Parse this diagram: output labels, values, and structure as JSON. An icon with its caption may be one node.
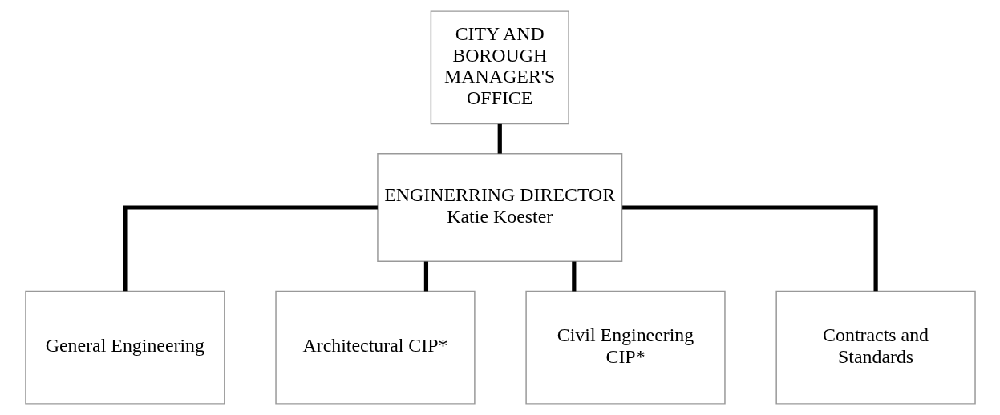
{
  "diagram": {
    "nodes": [
      {
        "text": [
          "CITY AND BOROUGH MANAGER'S OFFICE"
        ]
      },
      {
        "text": [
          "ENGINERRING DIRECTOR",
          "Katie Koester"
        ]
      },
      {
        "text": [
          "General Engineering"
        ]
      },
      {
        "text": [
          "Architectural CIP*"
        ]
      },
      {
        "text": [
          "Civil Engineering CIP*"
        ]
      },
      {
        "text": [
          "Contracts and Standards"
        ]
      }
    ],
    "edges": [
      {
        "from": 0,
        "to": 1,
        "arrow": "none"
      },
      {
        "from": 1,
        "to": 2,
        "arrow": "none"
      },
      {
        "from": 1,
        "to": 3,
        "arrow": "none"
      },
      {
        "from": 1,
        "to": 4,
        "arrow": "none"
      },
      {
        "from": 1,
        "to": 5,
        "arrow": "none"
      }
    ]
  }
}
